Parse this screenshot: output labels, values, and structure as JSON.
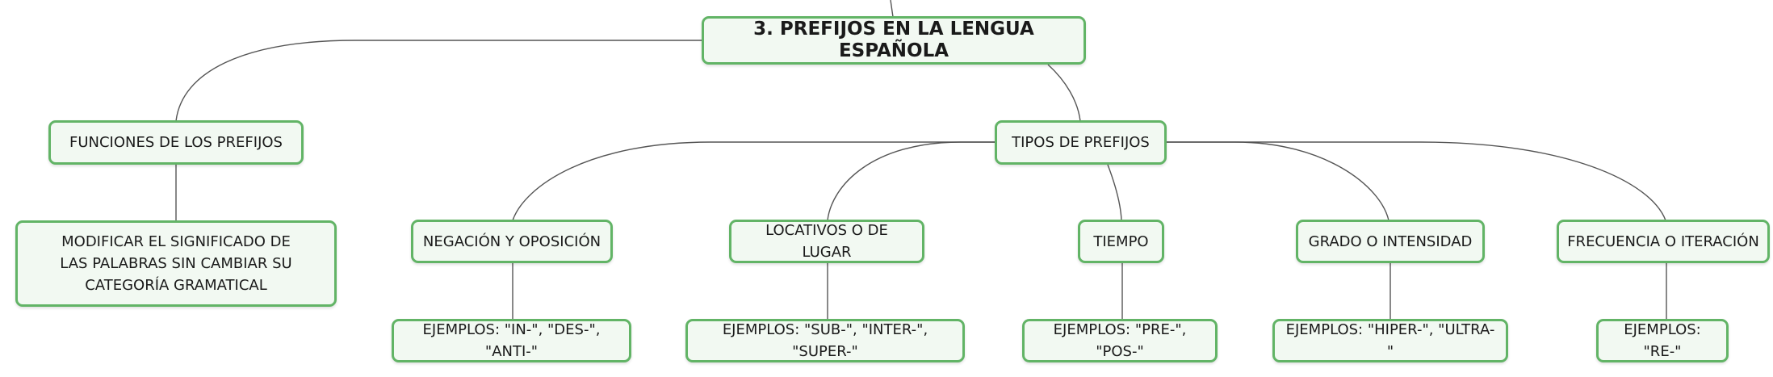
{
  "mindmap": {
    "root": "3. PREFIJOS EN LA LENGUA ESPAÑOLA",
    "functions": {
      "title": "FUNCIONES DE LOS PREFIJOS",
      "description": "MODIFICAR EL SIGNIFICADO DE LAS PALABRAS SIN CAMBIAR SU CATEGORÍA GRAMATICAL"
    },
    "types": {
      "title": "TIPOS DE PREFIJOS",
      "items": [
        {
          "label": "NEGACIÓN Y OPOSICIÓN",
          "example": "EJEMPLOS: \"IN-\", \"DES-\", \"ANTI-\""
        },
        {
          "label": "LOCATIVOS O DE LUGAR",
          "example": "EJEMPLOS: \"SUB-\", \"INTER-\", \"SUPER-\""
        },
        {
          "label": "TIEMPO",
          "example": "EJEMPLOS: \"PRE-\", \"POS-\""
        },
        {
          "label": "GRADO O INTENSIDAD",
          "example": "EJEMPLOS: \"HIPER-\", \"ULTRA-\""
        },
        {
          "label": "FRECUENCIA O ITERACIÓN",
          "example": "EJEMPLOS: \"RE-\""
        }
      ]
    }
  }
}
